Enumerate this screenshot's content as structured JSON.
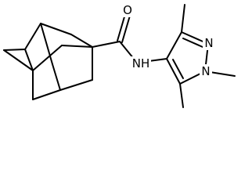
{
  "structure": {
    "atom_labels": {
      "carbonyl_oxygen": "O",
      "amide_nitrogen": "NH",
      "pyrazole_n2": "N",
      "pyrazole_n1": "N"
    },
    "colors": {
      "bond": "#000000",
      "label": "#000000",
      "background": "#ffffff"
    }
  }
}
